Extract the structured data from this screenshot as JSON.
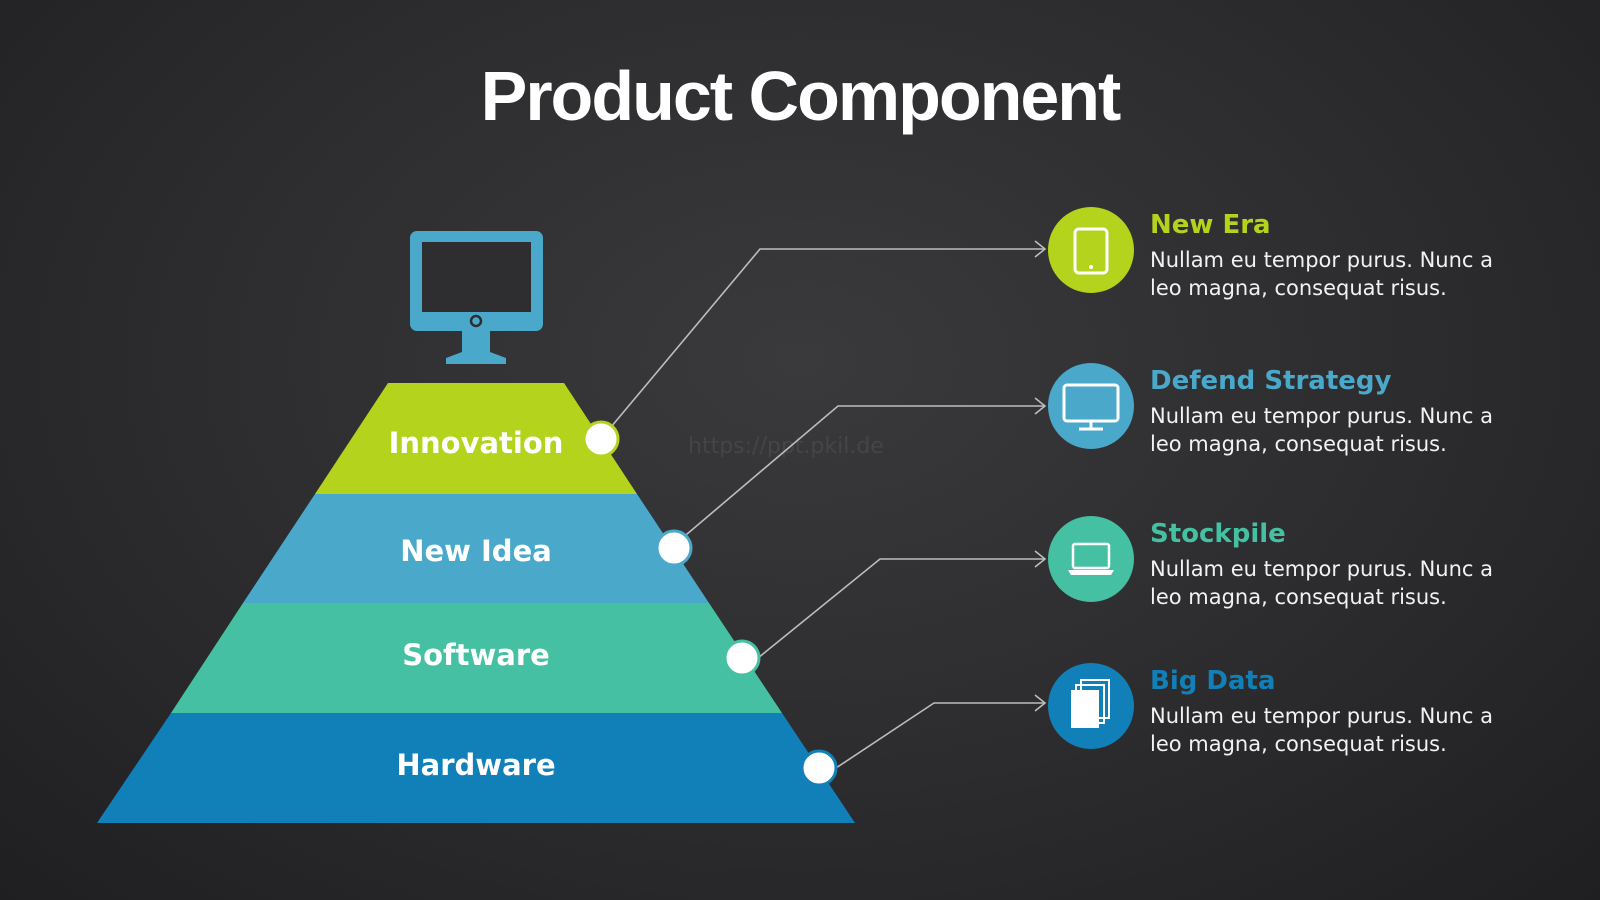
{
  "title": "Product Component",
  "watermark": "https://ppt.pkil.de",
  "colors": {
    "lime": "#b4d31c",
    "sky": "#4aa9ca",
    "teal": "#45c0a2",
    "blue": "#1280b8",
    "connector": "#bdbdbd"
  },
  "top_icon": "desktop-monitor-icon",
  "levels": [
    {
      "label": "Innovation",
      "color": "#b4d31c"
    },
    {
      "label": "New Idea",
      "color": "#4aa9ca"
    },
    {
      "label": "Software",
      "color": "#45c0a2"
    },
    {
      "label": "Hardware",
      "color": "#1280b8"
    }
  ],
  "items": [
    {
      "title": "New Era",
      "description": "Nullam eu tempor purus. Nunc a leo magna, consequat risus.",
      "icon": "tablet-icon",
      "color": "#b4d31c"
    },
    {
      "title": "Defend Strategy",
      "description": "Nullam eu tempor purus. Nunc a leo magna, consequat risus.",
      "icon": "monitor-icon",
      "color": "#4aa9ca"
    },
    {
      "title": "Stockpile",
      "description": "Nullam eu tempor purus. Nunc a leo magna, consequat risus.",
      "icon": "laptop-icon",
      "color": "#45c0a2"
    },
    {
      "title": "Big Data",
      "description": "Nullam eu tempor purus. Nunc a leo magna, consequat risus.",
      "icon": "documents-icon",
      "color": "#1280b8"
    }
  ]
}
